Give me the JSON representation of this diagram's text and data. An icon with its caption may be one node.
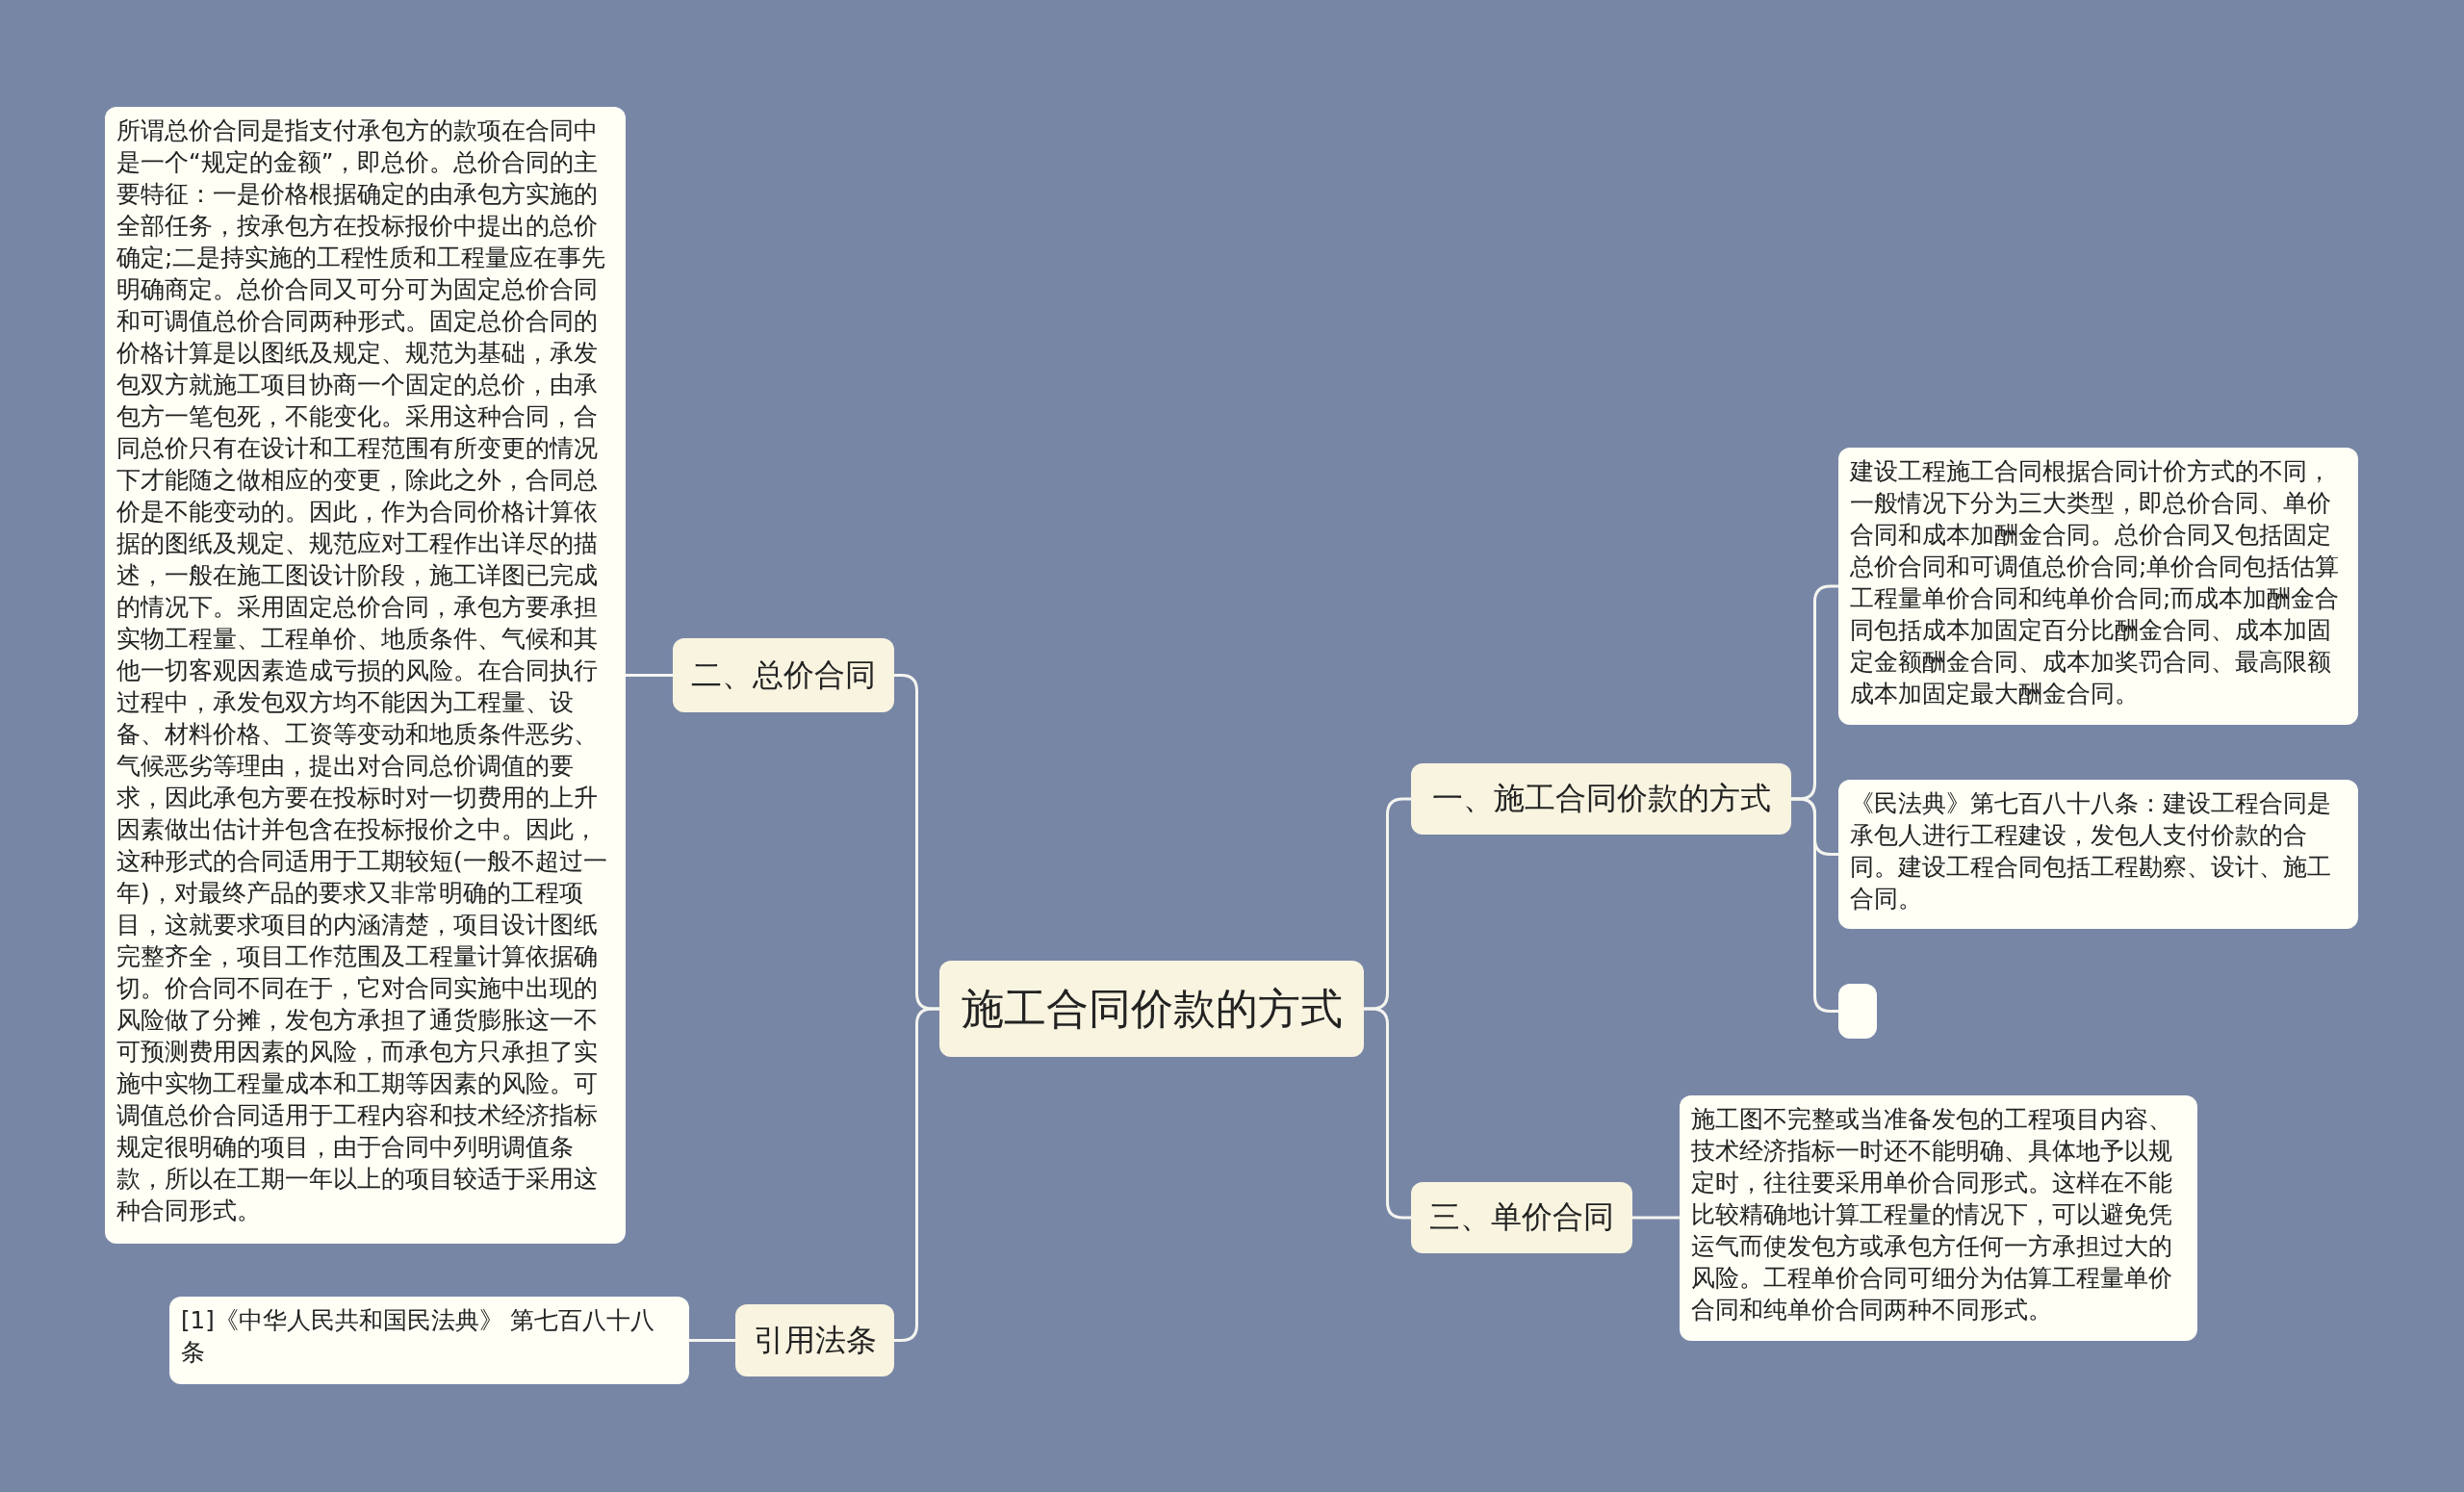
{
  "diagram": {
    "nodes": [
      {
        "text": [
          "施工合同价款的方式"
        ]
      },
      {
        "text": [
          "二、总价合同"
        ]
      },
      {
        "text": [
          "所谓总价合同是指支付承包方的款项在合同中是一个“规定的金额”，即总价。总价合同的主要特征：一是价格根据确定的由承包方实施的全部任务，按承包方在投标报价中提出的总价确定;二是持实施的工程性质和工程量应在事先明确商定。总价合同又可分可为固定总价合同和可调值总价合同两种形式。固定总价合同的价格计算是以图纸及规定、规范为基础，承发包双方就施工项目协商一个固定的总价，由承包方一笔包死，不能变化。采用这种合同，合同总价只有在设计和工程范围有所变更的情况下才能随之做相应的变更，除此之外，合同总价是不能变动的。因此，作为合同价格计算依据的图纸及规定、规范应对工程作出详尽的描述，一般在施工图设计阶段，施工详图已完成的情况下。采用固定总价合同，承包方要承担实物工程量、工程单价、地质条件、气候和其他一切客观因素造成亏损的风险。在合同执行过程中，承发包双方均不能因为工程量、设备、材料价格、工资等变动和地质条件恶劣、气候恶劣等理由，提出对合同总价调值的要求，因此承包方要在投标时对一切费用的上升因素做出估计并包含在投标报价之中。因此，这种形式的合同适用于工期较短(一般不超过一年)，对最终产品的要求又非常明确的工程项目，这就要求项目的内涵清楚，项目设计图纸完整齐全，项目工作范围及工程量计算依据确切。价合同不同在于，它对合同实施中出现的风险做了分摊，发包方承担了通货膨胀这一不可预测费用因素的风险，而承包方只承担了实施中实物工程量成本和工期等因素的风险。可调值总价合同适用于工程内容和技术经济指标规定很明确的项目，由于合同中列明调值条款，所以在工期一年以上的项目较适于采用这种合同形式。"
        ]
      },
      {
        "text": [
          "引用法条"
        ]
      },
      {
        "text": [
          "[1]《中华人民共和国民法典》 第七百八十八条"
        ]
      },
      {
        "text": [
          "一、施工合同价款的方式"
        ]
      },
      {
        "text": [
          "建设工程施工合同根据合同计价方式的不同，一般情况下分为三大类型，即总价合同、单价合同和成本加酬金合同。总价合同又包括固定总价合同和可调值总价合同;单价合同包括估算工程量单价合同和纯单价合同;而成本加酬金合同包括成本加固定百分比酬金合同、成本加固定金额酬金合同、成本加奖罚合同、最高限额成本加固定最大酬金合同。"
        ]
      },
      {
        "text": [
          "《民法典》第七百八十八条：建设工程合同是承包人进行工程建设，发包人支付价款的合同。建设工程合同包括工程勘察、设计、施工合同。"
        ]
      },
      {
        "text": [],
        "shape": "box"
      },
      {
        "text": [
          "三、单价合同"
        ]
      },
      {
        "text": [
          "施工图不完整或当准备发包的工程项目内容、技术经济指标一时还不能明确、具体地予以规定时，往往要采用单价合同形式。这样在不能比较精确地计算工程量的情况下，可以避免凭运气而使发包方或承包方任何一方承担过大的风险。工程单价合同可细分为估算工程量单价合同和纯单价合同两种不同形式。"
        ]
      }
    ],
    "edges": [
      {
        "from": 0,
        "to": 1,
        "arrow": "none"
      },
      {
        "from": 1,
        "to": 2,
        "arrow": "none"
      },
      {
        "from": 0,
        "to": 3,
        "arrow": "none"
      },
      {
        "from": 3,
        "to": 4,
        "arrow": "none"
      },
      {
        "from": 0,
        "to": 5,
        "arrow": "none"
      },
      {
        "from": 5,
        "to": 6,
        "arrow": "none"
      },
      {
        "from": 5,
        "to": 7,
        "arrow": "none"
      },
      {
        "from": 5,
        "to": 8,
        "arrow": "none"
      },
      {
        "from": 0,
        "to": 9,
        "arrow": "none"
      },
      {
        "from": 9,
        "to": 10,
        "arrow": "none"
      }
    ]
  }
}
